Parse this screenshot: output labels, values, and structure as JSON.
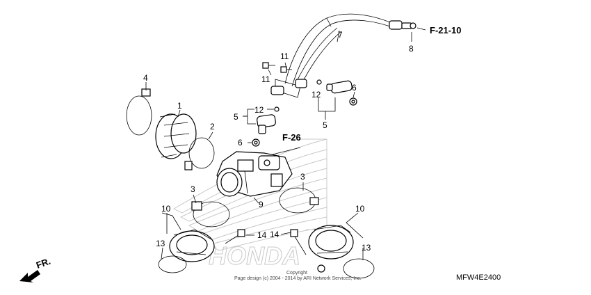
{
  "diagram": {
    "callouts": [
      "1",
      "2",
      "3",
      "3",
      "4",
      "5",
      "5",
      "6",
      "6",
      "7",
      "8",
      "9",
      "10",
      "10",
      "11",
      "11",
      "12",
      "12",
      "13",
      "13",
      "14",
      "14"
    ],
    "references": [
      "F-21-10",
      "F-26"
    ],
    "front_marker": "FR.",
    "watermark_brand": "HONDA",
    "copyright_line1": "Copyright",
    "copyright_line2": "Page design (c) 2004 - 2014 by ARI Network Services, Inc.",
    "diagram_code": "MFW4E2400"
  }
}
